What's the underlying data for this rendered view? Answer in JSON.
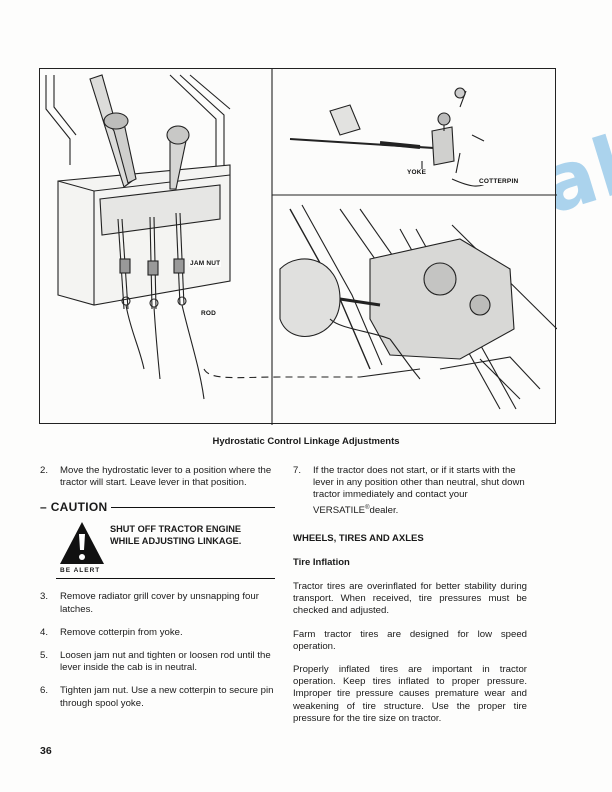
{
  "figure": {
    "callouts": {
      "jam_nut": "JAM NUT",
      "rod": "ROD",
      "yoke": "YOKE",
      "cotterpin": "COTTERPIN"
    },
    "caption": "Hydrostatic Control Linkage Adjustments"
  },
  "left_column": {
    "step2": {
      "num": "2.",
      "text": "Move the hydrostatic lever to a position where the tractor will start. Leave lever in that position."
    },
    "caution": {
      "dash": "–",
      "title": "CAUTION",
      "message": "SHUT OFF TRACTOR ENGINE WHILE ADJUSTING LINKAGE.",
      "alert": "BE ALERT",
      "icon": "warning-triangle-icon"
    },
    "step3": {
      "num": "3.",
      "text": "Remove radiator grill cover by unsnapping four latches."
    },
    "step4": {
      "num": "4.",
      "text": "Remove cotterpin from yoke."
    },
    "step5": {
      "num": "5.",
      "text": "Loosen jam nut and tighten or loosen rod until the lever inside the cab is in neutral."
    },
    "step6": {
      "num": "6.",
      "text": "Tighten jam nut. Use a new cotterpin to secure pin through spool yoke."
    }
  },
  "right_column": {
    "step7": {
      "num": "7.",
      "text_before": "If the tractor does not start, or if it starts with the lever in any position other than neutral, shut down tractor immediately and contact your VERSATILE",
      "reg": "®",
      "text_after": "dealer."
    },
    "section_heading": "WHEELS, TIRES AND AXLES",
    "subheading": "Tire Inflation",
    "paragraphs": [
      "Tractor tires are overinflated for better stability during transport. When received, tire pressures must be checked and adjusted.",
      "Farm tractor tires are designed for low speed operation.",
      "Properly inflated tires are important in tractor operation. Keep tires inflated to proper pressure. Improper tire pressure causes premature wear and weakening of tire structure. Use the proper tire pressure for the tire size on tractor."
    ]
  },
  "page_number": "36",
  "watermark": "AutoManual",
  "colors": {
    "watermark": "#46a0dc",
    "ink": "#1a1a1a"
  }
}
